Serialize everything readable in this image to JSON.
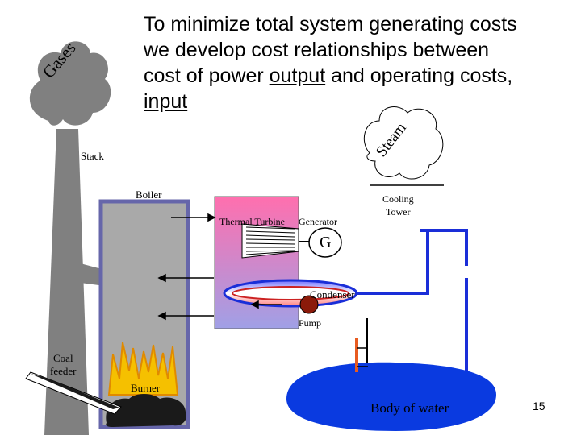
{
  "title": {
    "line1": "To minimize total system generating costs",
    "line2": "we develop cost relationships between",
    "line3_before": "cost of power ",
    "line3_underlined": "output",
    "line3_after": " and operating costs,",
    "line4": "input"
  },
  "labels": {
    "gases": "Gases",
    "steam": "Steam",
    "stack": "Stack",
    "boiler": "Boiler",
    "thermal_turbine": "Thermal Turbine",
    "generator": "Generator",
    "generator_symbol": "G",
    "cooling_tower_line1": "Cooling",
    "cooling_tower_line2": "Tower",
    "condenser": "Condenser",
    "pump": "Pump",
    "coal_line1": "Coal",
    "coal_line2": "feeder",
    "burner": "Burner",
    "body_of_water": "Body of water"
  },
  "page_number": "15",
  "colors": {
    "smoke": "#808080",
    "stack": "#808080",
    "boiler_outline": "#6666aa",
    "turbine_box_top": "#ff6fae",
    "turbine_box_bottom": "#a0a0e6",
    "cooling_pipe": "#1a2ed8",
    "water": "#0a3ae0",
    "flame": "#f5c000",
    "coal": "#1a1a1a",
    "pump": "#8b1a0a",
    "intake": "#e85b20"
  }
}
